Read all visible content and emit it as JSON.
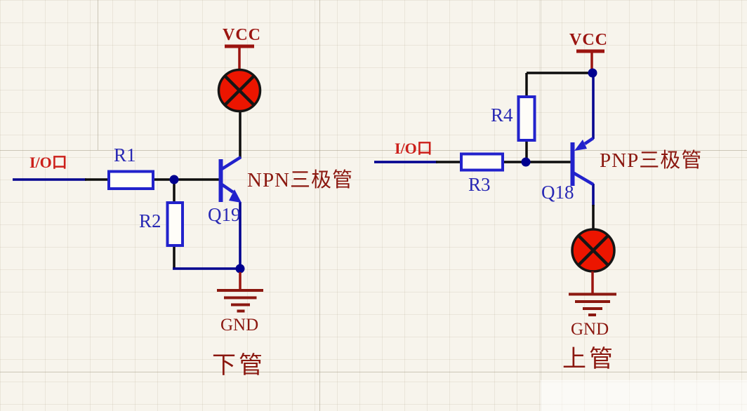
{
  "colors": {
    "background": "#f7f4ec",
    "wire_blue": "#00008f",
    "component_blue": "#2222cc",
    "label_blue": "#2828b4",
    "wire_black": "#0d0d0d",
    "power_red": "#9b1410",
    "label_maroon": "#8b1810",
    "io_red": "#cc1f1a",
    "lamp_red": "#ec1500",
    "grid_line": "#dcd6c6"
  },
  "icons": {
    "power": "vcc-power-icon",
    "ground": "gnd-ground-icon",
    "lamp": "lamp-indicator-icon",
    "junction": "junction-dot"
  },
  "left_circuit": {
    "power_label": "VCC",
    "io_label": "I/O口",
    "series_resistor": "R1",
    "pulldown_resistor": "R2",
    "transistor_ref": "Q19",
    "transistor_type": "NPN三极管",
    "ground_label": "GND",
    "caption": "下管"
  },
  "right_circuit": {
    "power_label": "VCC",
    "io_label": "I/O口",
    "series_resistor": "R3",
    "pullup_resistor": "R4",
    "transistor_ref": "Q18",
    "transistor_type": "PNP三极管",
    "ground_label": "GND",
    "caption": "上管"
  }
}
